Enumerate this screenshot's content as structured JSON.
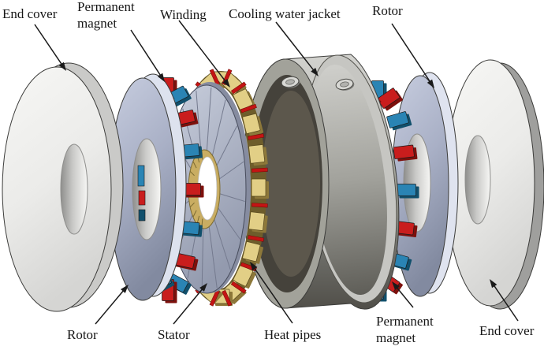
{
  "figure": {
    "background": "#ffffff",
    "labels": {
      "end_cover_top_left": "End cover",
      "permanent_magnet_top_left": "Permanent magnet",
      "winding": "Winding",
      "cooling_water_jacket": "Cooling water jacket",
      "rotor_top_right": "Rotor",
      "rotor_bottom_left": "Rotor",
      "stator": "Stator",
      "heat_pipes": "Heat pipes",
      "permanent_magnet_bottom_right": "Permanent magnet",
      "end_cover_bottom_right": "End cover"
    },
    "components": [
      "End cover",
      "Rotor",
      "Permanent magnet",
      "Stator",
      "Winding",
      "Heat pipes",
      "Cooling water jacket",
      "Permanent magnet",
      "Rotor",
      "End cover"
    ],
    "colors": {
      "magnet_red": "#c91d1d",
      "magnet_red_dark": "#7d100c",
      "magnet_blue": "#2a84b4",
      "magnet_blue_dark": "#11506c",
      "winding_gold": "#e2cf86",
      "winding_gold_dark": "#8d783a",
      "heat_pipe_red": "#c41414",
      "stator_gray": "#b6bcca",
      "rotor_gray": "#a9b0c6",
      "end_cover_gray": "#ededeb",
      "jacket_gray": "#b2b2ae",
      "outline": "#3c3c3a",
      "label_text": "#161616"
    }
  }
}
